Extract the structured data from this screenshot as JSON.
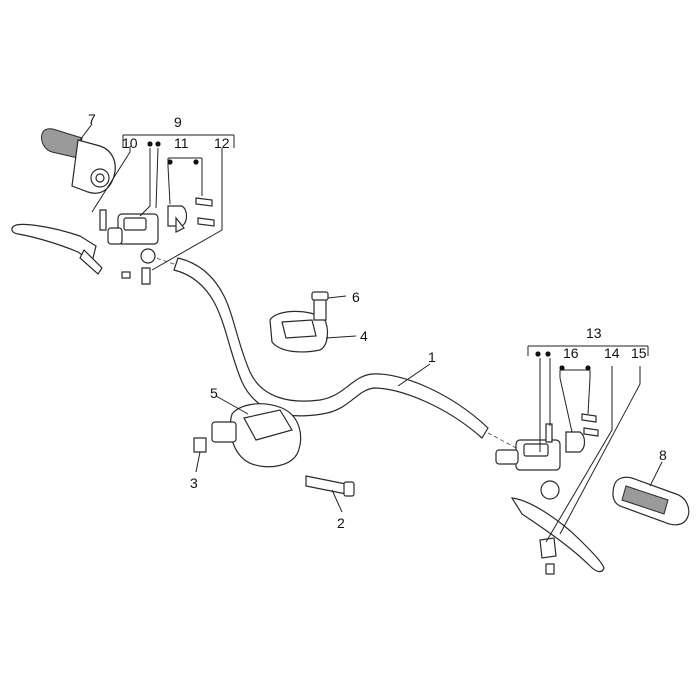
{
  "callouts": {
    "c1": "1",
    "c2": "2",
    "c3": "3",
    "c4": "4",
    "c5": "5",
    "c6": "6",
    "c7": "7",
    "c8": "8",
    "c9": "9",
    "c10": "10",
    "c11": "11",
    "c12": "12",
    "c13": "13",
    "c14": "14",
    "c15": "15",
    "c16": "16"
  },
  "colors": {
    "line": "#2a2a2a",
    "background": "#ffffff",
    "grip": "#9a9a9a"
  }
}
